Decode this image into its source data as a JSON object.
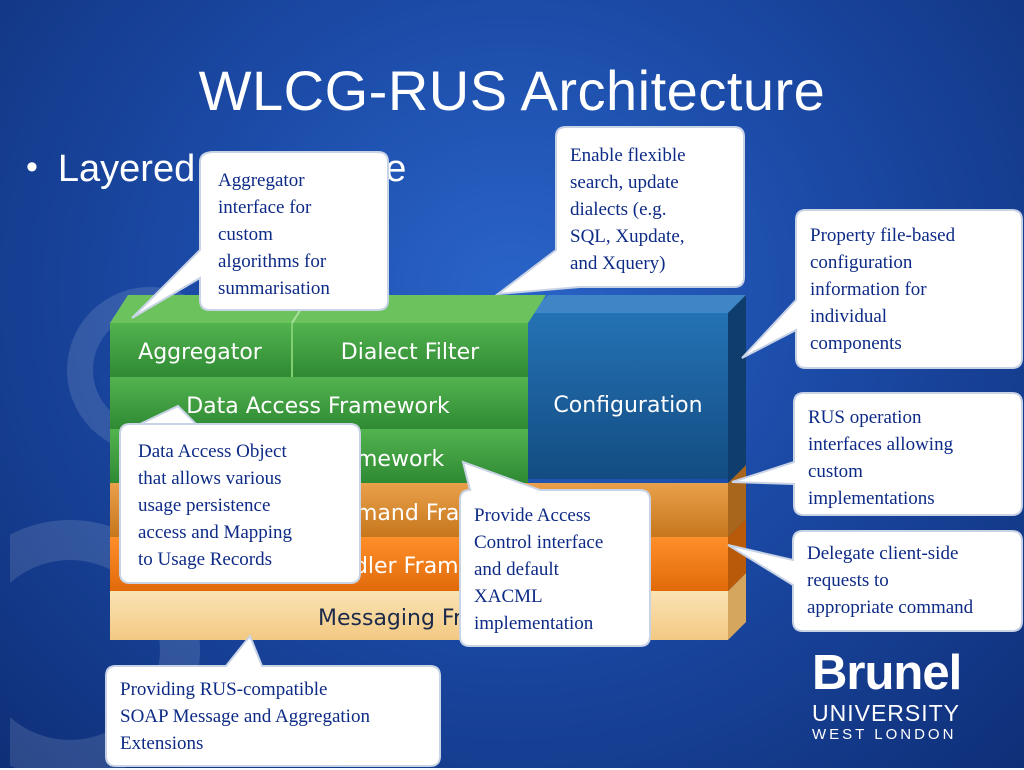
{
  "slide": {
    "title": "WLCG-RUS Architecture",
    "bullet": "Layered Architecture"
  },
  "blocks": {
    "aggregator": "Aggregator",
    "dialect_filter": "Dialect Filter",
    "data_access_framework": "Data Access Framework",
    "framework_partial": "mework",
    "command_framework_partial": "mand Fram",
    "handler_framework_partial": "ndler Frame",
    "messaging_framework_partial": "Messaging Fran",
    "configuration": "Configuration"
  },
  "callouts": {
    "aggregator": "Aggregator\ninterface for\ncustom\nalgorithms for\nsummarisation",
    "dialects": "Enable flexible\nsearch, update\ndialects (e.g.\nSQL, Xupdate,\nand Xquery)",
    "property": "Property file-based\nconfiguration\ninformation for\nindividual\ncomponents",
    "rus_operation": "RUS operation\ninterfaces allowing\ncustom\nimplementations",
    "delegate": "Delegate client-side\nrequests to\nappropriate command",
    "dao": "Data Access Object\nthat allows various\nusage persistence\naccess and Mapping\nto Usage Records",
    "access_control": "Provide Access\nControl interface\nand default\nXACML\nimplementation",
    "soap": "Providing RUS-compatible\nSOAP Message and Aggregation\nExtensions"
  },
  "logo": {
    "line1": "Brunel",
    "line2": "UNIVERSITY",
    "line3": "WEST LONDON"
  },
  "colors": {
    "background": "#1b4aa6",
    "green": "#3f9e3f",
    "orange_dark": "#d9892e",
    "orange": "#f07a14",
    "cream": "#f7d79a",
    "configuration_blue": "#1a5c98",
    "callout_text": "#0d2a86"
  }
}
